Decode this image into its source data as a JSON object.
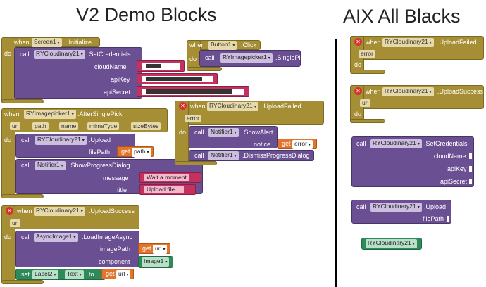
{
  "headings": {
    "left": "V2 Demo Blocks",
    "right": "AIX All Blacks"
  },
  "words": {
    "when": "when",
    "do": "do",
    "call": "call",
    "set": "set",
    "to": "to",
    "get": "get"
  },
  "blocks": {
    "screen_init": {
      "component": "Screen1",
      "event": ".Initialize",
      "call_component": "RYCloudinary21",
      "call_method": ".SetCredentials",
      "params": [
        "cloudName",
        "apiKey",
        "apiSecret"
      ]
    },
    "button_click": {
      "component": "Button1",
      "event": ".Click",
      "call_component": "RYImagepicker1",
      "call_method": ".SinglePick"
    },
    "after_pick": {
      "component": "RYImagepicker1",
      "event": ".AfterSinglePick",
      "args": [
        "uri",
        "path",
        "name",
        "mimeType",
        "sizeBytes"
      ],
      "upload_component": "RYCloudinary21",
      "upload_method": ".Upload",
      "upload_param": "filePath",
      "upload_get": "path",
      "dialog_component": "Notifier1",
      "dialog_method": ".ShowProgressDialog",
      "dialog_params": [
        "message",
        "title"
      ],
      "dialog_message": "Wait a moment",
      "dialog_title": "Upload file ..."
    },
    "upload_failed": {
      "component": "RYCloudinary21",
      "event": ".UploadFailed",
      "arg": "error",
      "alert_component": "Notifier1",
      "alert_method": ".ShowAlert",
      "alert_param": "notice",
      "alert_get": "error",
      "dismiss_component": "Notifier1",
      "dismiss_method": ".DismissProgressDialog"
    },
    "upload_success": {
      "component": "RYCloudinary21",
      "event": ".UploadSuccess",
      "arg": "url",
      "call_component": "AsyncImage1",
      "call_method": ".LoadImageAsync",
      "params": [
        "imagePath",
        "component"
      ],
      "get_url": "url",
      "component_value": "Image1",
      "set_component": "Label2",
      "set_property": "Text",
      "set_get": "url"
    },
    "aix_failed": {
      "component": "RYCloudinary21",
      "event": ".UploadFailed",
      "arg": "error"
    },
    "aix_success": {
      "component": "RYCloudinary21",
      "event": ".UploadSuccess",
      "arg": "url"
    },
    "aix_setcred": {
      "component": "RYCloudinary21",
      "method": ".SetCredentials",
      "params": [
        "cloudName",
        "apiKey",
        "apiSecret"
      ]
    },
    "aix_upload": {
      "component": "RYCloudinary21",
      "method": ".Upload",
      "param": "filePath"
    },
    "aix_component": {
      "component": "RYCloudinary21"
    }
  }
}
